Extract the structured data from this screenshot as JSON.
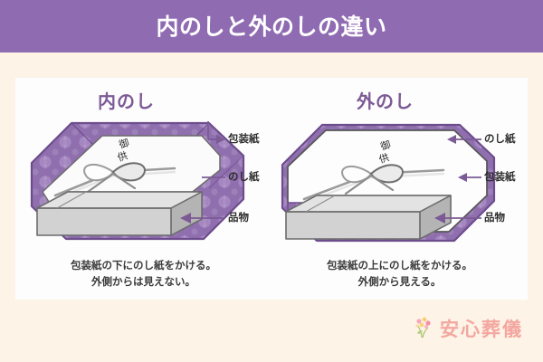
{
  "header": {
    "title": "内のしと外のしの違い",
    "background_color": "#8f6bb2",
    "text_color": "#ffffff"
  },
  "page": {
    "background_color": "#fdf3e6",
    "panel_color": "#fdfdfd"
  },
  "columns": [
    {
      "id": "uchinoshi",
      "title": "内のし",
      "title_color": "#7d5a96",
      "labels": [
        {
          "name": "wrapping-paper",
          "text": "包装紙",
          "connector": "arrow"
        },
        {
          "name": "noshi-paper",
          "text": "のし紙",
          "connector": "line"
        },
        {
          "name": "item",
          "text": "品物",
          "connector": "arrow"
        }
      ],
      "noshi_text": "御供",
      "caption_lines": [
        "包装紙の下にのし紙をかける。",
        "外側からは見えない。"
      ]
    },
    {
      "id": "sotonoshi",
      "title": "外のし",
      "title_color": "#7d5a96",
      "labels": [
        {
          "name": "noshi-paper",
          "text": "のし紙",
          "connector": "arrow"
        },
        {
          "name": "wrapping-paper",
          "text": "包装紙",
          "connector": "arrow"
        },
        {
          "name": "item",
          "text": "品物",
          "connector": "arrow"
        }
      ],
      "noshi_text": "御供",
      "caption_lines": [
        "包装紙の上にのし紙をかける。",
        "外側から見える。"
      ]
    }
  ],
  "footer": {
    "logo_text": "安心葬儀",
    "logo_color": "#f3a7a0",
    "flower_colors": [
      "#f7a8b8",
      "#fbc96b",
      "#f58fa8",
      "#f9d27d",
      "#9ec36a"
    ]
  },
  "colors": {
    "wrap_purple": "#8f6fae",
    "wrap_purple_dark": "#6d4c8c",
    "wrap_purple_light": "#a98bc4",
    "box_gray": "#c9c9c9",
    "box_gray_light": "#dedede",
    "box_gray_dark": "#8d8d8d",
    "noshi_white": "#fbfbfb",
    "ribbon_gray": "#8a8a8a",
    "connector_purple": "#7b5a95"
  }
}
